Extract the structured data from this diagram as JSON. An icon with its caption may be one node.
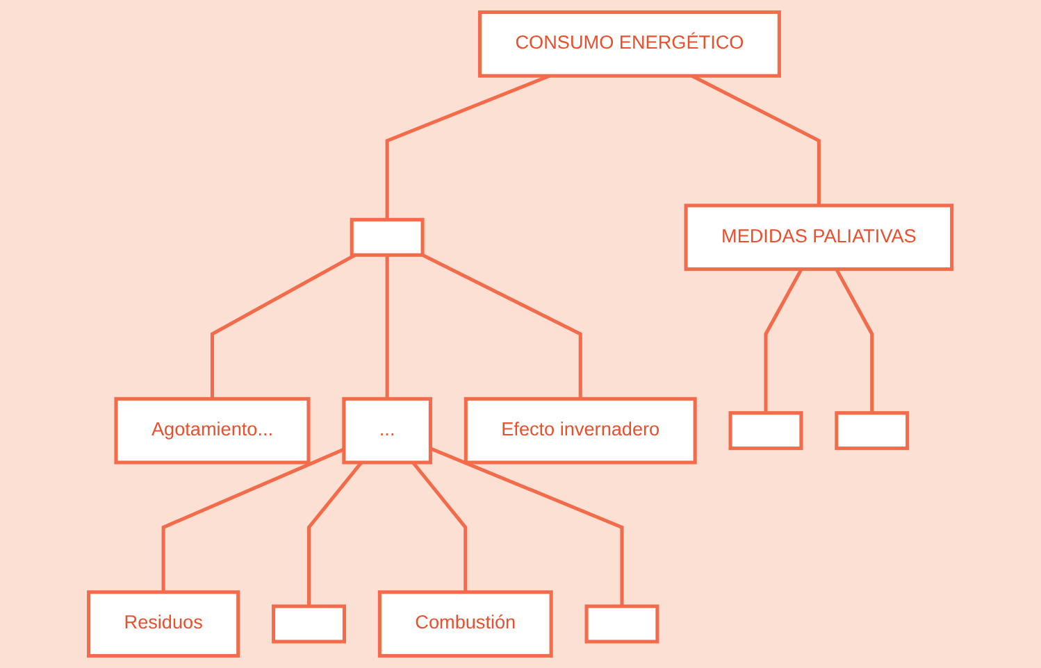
{
  "diagram": {
    "nodes": [
      {
        "text": [
          "CONSUMO ENERGÉTICO"
        ]
      },
      {
        "text": [],
        "shape": "box"
      },
      {
        "text": [
          "MEDIDAS PALIATIVAS"
        ]
      },
      {
        "text": [
          "Agotamiento..."
        ]
      },
      {
        "text": [
          "..."
        ]
      },
      {
        "text": [
          "Efecto invernadero"
        ]
      },
      {
        "text": [],
        "shape": "box"
      },
      {
        "text": [],
        "shape": "box"
      },
      {
        "text": [
          "Residuos"
        ]
      },
      {
        "text": [],
        "shape": "box"
      },
      {
        "text": [
          "Combustión"
        ]
      },
      {
        "text": [],
        "shape": "box"
      }
    ],
    "edges": [
      {
        "from": 0,
        "to": 1,
        "arrow": "none"
      },
      {
        "from": 0,
        "to": 2,
        "arrow": "none"
      },
      {
        "from": 1,
        "to": 3,
        "arrow": "none"
      },
      {
        "from": 1,
        "to": 4,
        "arrow": "none"
      },
      {
        "from": 1,
        "to": 5,
        "arrow": "none"
      },
      {
        "from": 2,
        "to": 6,
        "arrow": "none"
      },
      {
        "from": 2,
        "to": 7,
        "arrow": "none"
      },
      {
        "from": 4,
        "to": 8,
        "arrow": "none"
      },
      {
        "from": 4,
        "to": 9,
        "arrow": "none"
      },
      {
        "from": 4,
        "to": 10,
        "arrow": "none"
      },
      {
        "from": 4,
        "to": 11,
        "arrow": "none"
      }
    ]
  }
}
